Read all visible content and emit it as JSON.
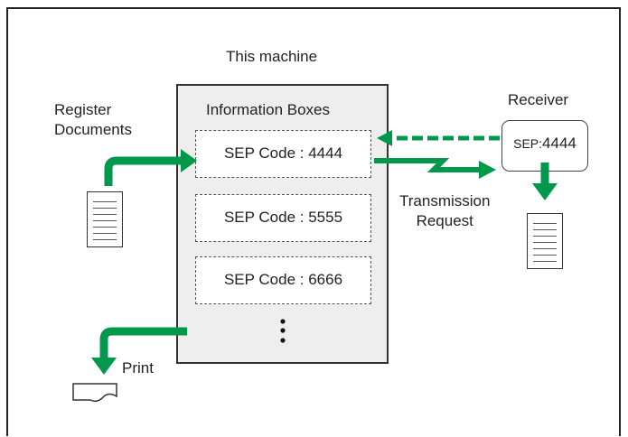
{
  "diagram": {
    "title": "This machine",
    "info_boxes_label": "Information Boxes",
    "register_label": "Register\nDocuments",
    "sep_boxes": [
      {
        "label": "SEP Code : 4444"
      },
      {
        "label": "SEP Code : 5555"
      },
      {
        "label": "SEP Code : 6666"
      }
    ],
    "receiver_label": "Receiver",
    "receiver_code_prefix": "SEP:",
    "receiver_code_value": "4444",
    "transmission_label": "Transmission\nRequest",
    "print_label": "Print",
    "more_indicator": "⋮"
  },
  "colors": {
    "arrow_green": "#00994c",
    "machine_fill": "#eeeeee",
    "outline": "#333333"
  },
  "icons": {
    "source_document": "document-icon",
    "received_document": "document-icon",
    "printed_output": "printout-icon"
  }
}
